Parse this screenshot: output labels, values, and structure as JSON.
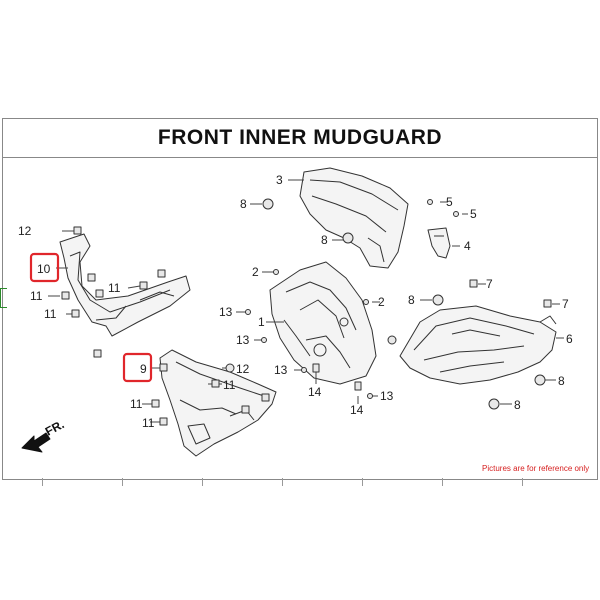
{
  "title": "FRONT INNER MUDGUARD",
  "direction_label": "FR.",
  "disclaimer": "Pictures are for reference only",
  "highlighted_parts": [
    "10",
    "9"
  ],
  "callouts": {
    "c1": "1",
    "c2a": "2",
    "c2b": "2",
    "c3": "3",
    "c4": "4",
    "c5a": "5",
    "c5b": "5",
    "c6": "6",
    "c7a": "7",
    "c7b": "7",
    "c8a": "8",
    "c8b": "8",
    "c8c": "8",
    "c8d": "8",
    "c8e": "8",
    "c9": "9",
    "c10": "10",
    "c11a": "11",
    "c11b": "11",
    "c11c": "11",
    "c11d": "11",
    "c11e": "11",
    "c11f": "11",
    "c12a": "12",
    "c12b": "12",
    "c13a": "13",
    "c13b": "13",
    "c13c": "13",
    "c13d": "13",
    "c14a": "14",
    "c14b": "14"
  },
  "colors": {
    "highlight": "#e0262b",
    "line": "#333333",
    "part_fill": "#f4f4f4"
  }
}
